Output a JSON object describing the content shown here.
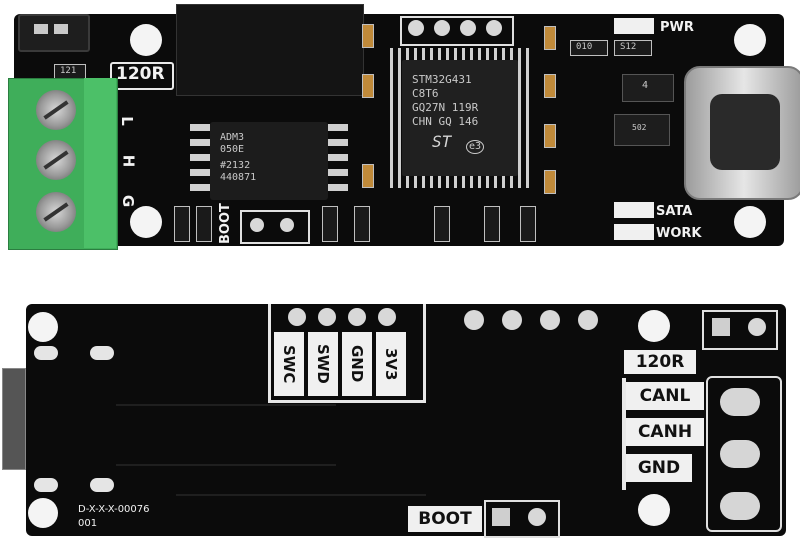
{
  "top_board": {
    "silkscreen": {
      "r120": "120R",
      "pwr": "PWR",
      "sata": "SATA",
      "work": "WORK",
      "boot": "BOOT",
      "l": "L",
      "h": "H",
      "g": "G"
    },
    "mcu": {
      "line1": "STM32G431",
      "line2": "C8T6",
      "line3": "GQ27N 119R",
      "line4": "CHN GQ 146",
      "brand": "ST",
      "mark": "e3"
    },
    "transceiver": {
      "line1": "ADM3",
      "line2": "050E",
      "line3": "#2132",
      "line4": "440871"
    },
    "small_parts": {
      "regulator": "4",
      "resistor_a": "S12",
      "resistor_b": "010",
      "resistor_c": "502",
      "resistor_d": "121"
    }
  },
  "bottom_board": {
    "swd_labels": [
      "SWC",
      "SWD",
      "GND",
      "3V3"
    ],
    "r120": "120R",
    "can_labels": [
      "CANL",
      "CANH",
      "GND"
    ],
    "boot": "BOOT",
    "serial": "D-X-X-X-00076",
    "rev": "001"
  },
  "colors": {
    "pcb": "#0b0b0b",
    "silkscreen": "#f0f0f0",
    "terminal_block": "#3fae5a",
    "jumper": "#1e1e1e"
  }
}
